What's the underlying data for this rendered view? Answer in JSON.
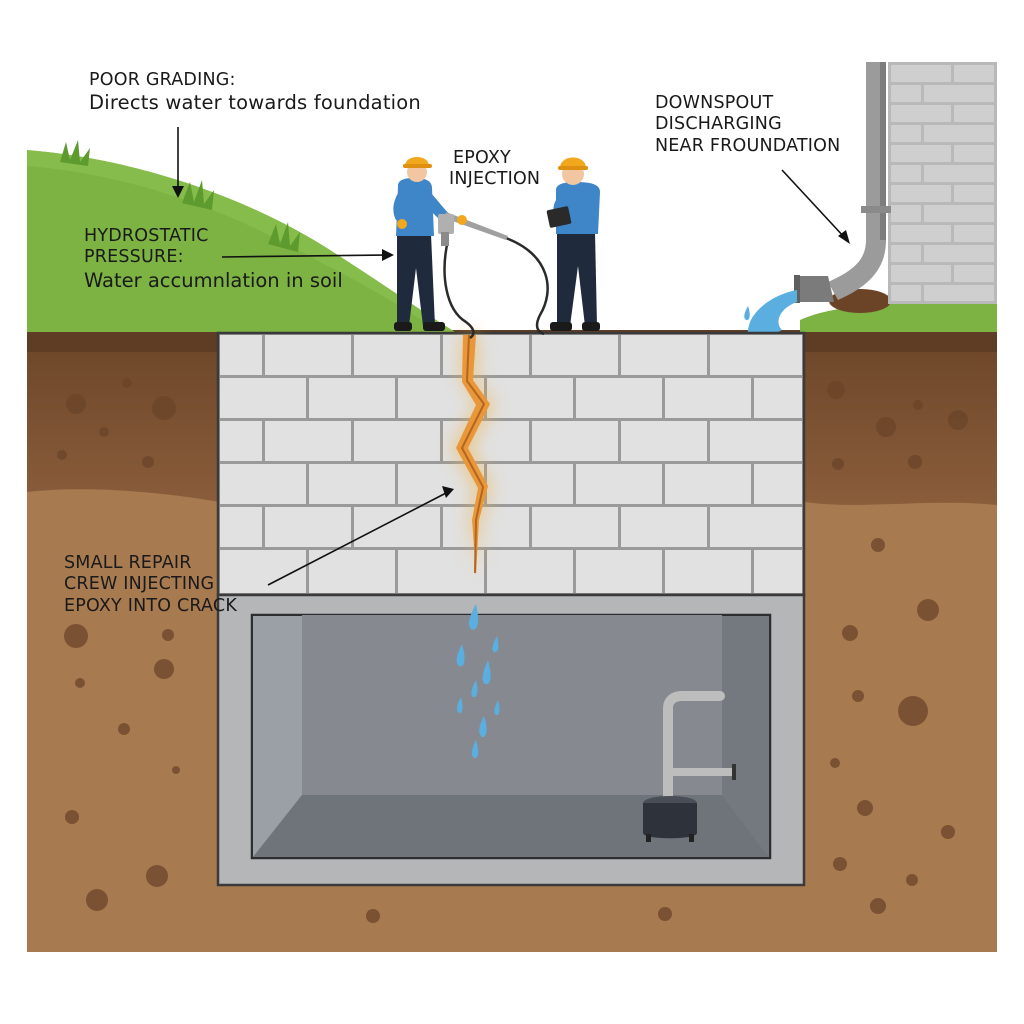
{
  "labels": {
    "poor_grading": {
      "title": "POOR GRADING:",
      "detail": "Directs water towards foundation"
    },
    "hydrostatic": {
      "line1": "HYDROSTATIC",
      "line2": "PRESSURE:",
      "detail": "Water accumnlation in soil"
    },
    "epoxy_injection": {
      "line1": "EPOXY",
      "line2": "INJECTION"
    },
    "downspout": {
      "line1": "DOWNSPOUT",
      "line2": "DISCHARGING",
      "line3": "NEAR FROUNDATION"
    },
    "repair_crew": {
      "line1": "SMALL REPAIR",
      "line2": "CREW INJECTING",
      "line3": "EPOXY INTO CRACK"
    }
  },
  "colors": {
    "grass": "#7cb342",
    "topsoil": "#7a5335",
    "subsoil": "#a87a50",
    "block_wall": "#e1e1e1",
    "mortar": "#9a9a9a",
    "crack_epoxy": "#e8973a",
    "water": "#5aaee0",
    "basement": "#8a8e94",
    "worker_shirt": "#3f86c8",
    "hard_hat": "#f2a81d",
    "house_brick": "#c8c8c8"
  },
  "icons": [
    "hard-hat-icon",
    "epoxy-gun-icon",
    "tablet-icon",
    "sump-pump-icon",
    "downspout-icon",
    "water-drop-icon"
  ]
}
